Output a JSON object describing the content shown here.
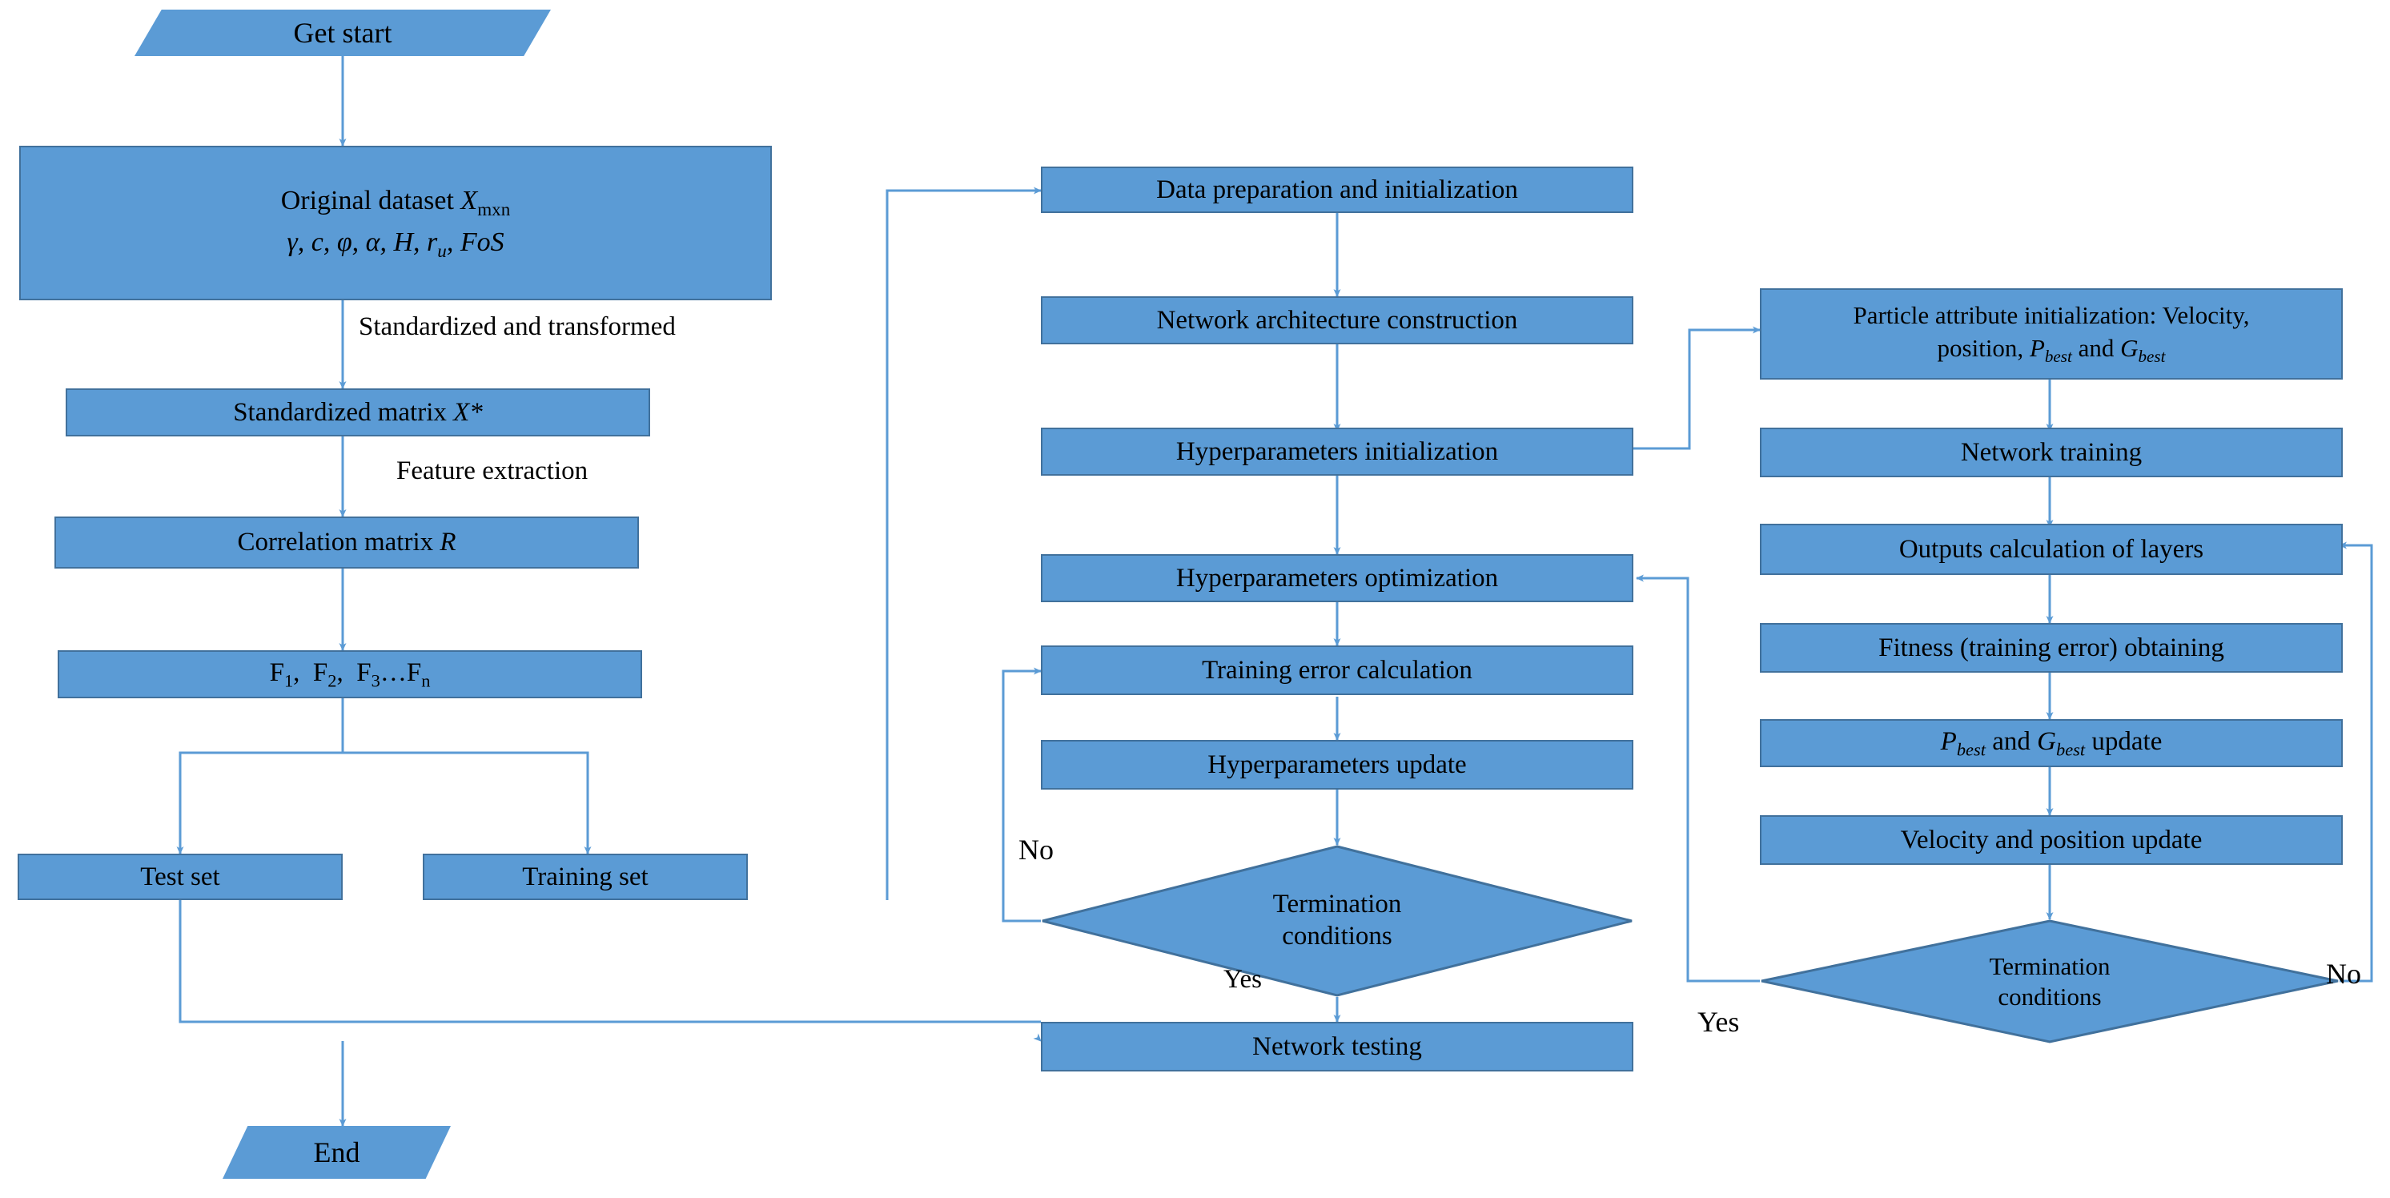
{
  "diagram": {
    "title": "Hybrid PCA-PSO-ANN slope stability modelling flowchart",
    "colors": {
      "node_fill": "#5B9BD5",
      "node_border": "#41719C",
      "connector": "#5B9BD5",
      "text": "#000000",
      "background": "#FFFFFF"
    }
  },
  "left_column": {
    "start": {
      "label": "Get start"
    },
    "dataset": {
      "line1_prefix": "Original dataset ",
      "line1_var": "X",
      "line1_sub": "mxn",
      "line2": "γ, c, φ, α, H, r",
      "line2_sub": "u",
      "line2_tail": ", FoS"
    },
    "edge_standardized": "Standardized and transformed",
    "standardized_matrix": {
      "prefix": "Standardized matrix ",
      "var": "X*"
    },
    "edge_feature": "Feature extraction",
    "correlation_matrix": {
      "prefix": "Correlation matrix ",
      "var": "R"
    },
    "factors": {
      "f1": "F",
      "f1s": "1",
      "f2": "F",
      "f2s": "2",
      "f3": "F",
      "f3s": "3",
      "ellipsis": "…",
      "fn": "F",
      "fns": "n"
    },
    "test_set": {
      "label": "Test set"
    },
    "training_set": {
      "label": "Training set"
    },
    "end": {
      "label": "End"
    }
  },
  "middle_column": {
    "steps": [
      {
        "label": "Data preparation and initialization"
      },
      {
        "label": "Network architecture construction"
      },
      {
        "label": "Hyperparameters initialization"
      },
      {
        "label": "Hyperparameters optimization"
      },
      {
        "label": "Training error calculation"
      },
      {
        "label": "Hyperparameters update"
      }
    ],
    "decision": {
      "line1": "Termination",
      "line2": "conditions"
    },
    "decision_no": "No",
    "decision_yes": "Yes",
    "network_testing": {
      "label": "Network testing"
    }
  },
  "right_column": {
    "particle_init": {
      "line1": "Particle attribute initialization: Velocity,",
      "line2_a": "position, ",
      "line2_p": "P",
      "line2_psub": "best",
      "line2_b": " and ",
      "line2_g": "G",
      "line2_gsub": "best"
    },
    "network_training": {
      "label": "Network training"
    },
    "outputs_calculation": {
      "label": "Outputs calculation of layers"
    },
    "fitness": {
      "label": "Fitness (training error) obtaining"
    },
    "pg_update": {
      "p": "P",
      "psub": "best",
      "mid": " and ",
      "g": "G",
      "gsub": "best",
      "tail": " update"
    },
    "velocity_update": {
      "label": "Velocity and position update"
    },
    "decision": {
      "line1": "Termination",
      "line2": "conditions"
    },
    "decision_yes": "Yes",
    "decision_no": "No"
  }
}
